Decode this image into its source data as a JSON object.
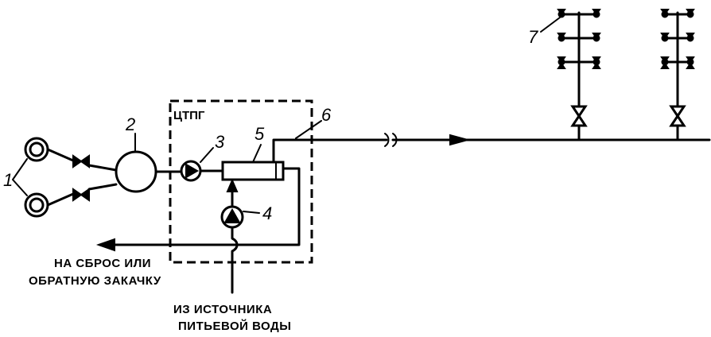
{
  "labels": {
    "wells": "1",
    "separator": "2",
    "pump_main": "3",
    "pump_source": "4",
    "heat_exchanger": "5",
    "main_line": "6",
    "tap": "7"
  },
  "box_label": "ЦТПГ",
  "captions": {
    "discharge_line1": "НА СБРОС ИЛИ",
    "discharge_line2": "ОБРАТНУЮ ЗАКАЧКУ",
    "source_line1": "ИЗ ИСТОЧНИКА",
    "source_line2": "ПИТЬЕВОЙ ВОДЫ"
  },
  "colors": {
    "line": "#000000",
    "background": "#ffffff"
  }
}
